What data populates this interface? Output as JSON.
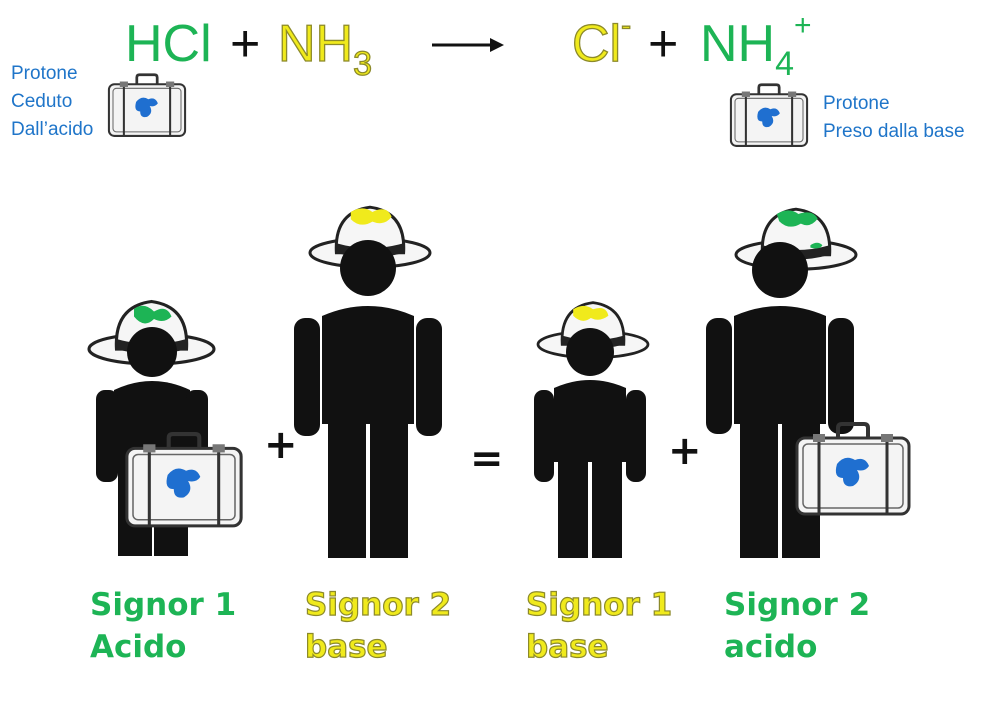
{
  "reaction": {
    "reactant1": "HCl",
    "plus1": "+",
    "reactant2_main": "NH",
    "reactant2_sub": "3",
    "arrow": "⟶",
    "product1_main": "Cl",
    "product1_sup": "-",
    "plus2": "+",
    "product2_main": "NH",
    "product2_sub": "4",
    "product2_sup": "+"
  },
  "notes": {
    "acid_donor": [
      "Protone",
      "Ceduto",
      "Dall’acido"
    ],
    "base_acceptor": [
      "Protone",
      "Preso dalla base"
    ]
  },
  "operators": {
    "plus_left": "+",
    "equals": "=",
    "plus_right": "+"
  },
  "people": [
    {
      "line1": "Signor 1",
      "line2": "Acido",
      "color": "#1db455"
    },
    {
      "line1": "Signor 2",
      "line2": "base",
      "color": "#f0ea1c"
    },
    {
      "line1": "Signor 1",
      "line2": "base",
      "color": "#f0ea1c"
    },
    {
      "line1": "Signor 2",
      "line2": "acido",
      "color": "#1db455"
    }
  ],
  "colors": {
    "acid_green": "#1db455",
    "base_yellow": "#f0ea1c",
    "proton_blue": "#1f6fd0",
    "note_blue": "#1f75c9",
    "figure_black": "#111111"
  },
  "icons": [
    "suitcase-icon",
    "hat-icon",
    "person-silhouette-icon",
    "arrow-right-icon"
  ]
}
